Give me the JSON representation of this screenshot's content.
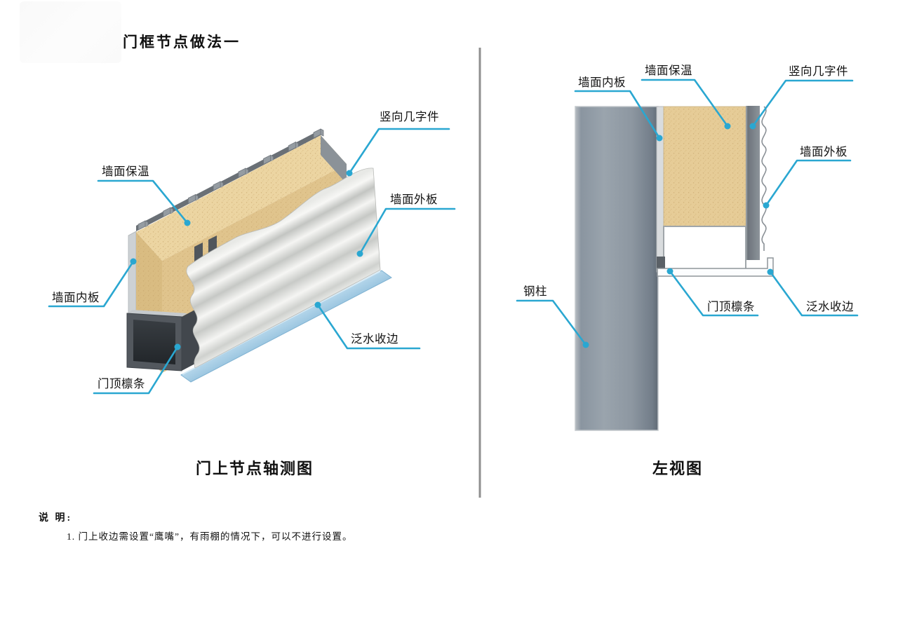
{
  "title": "门框节点做法一",
  "left_view": {
    "caption": "门上节点轴测图",
    "labels": [
      {
        "id": "vertical-channel",
        "text": "竖向几字件"
      },
      {
        "id": "wall-insulation",
        "text": "墙面保温"
      },
      {
        "id": "wall-outer-panel",
        "text": "墙面外板"
      },
      {
        "id": "wall-inner-panel",
        "text": "墙面内板"
      },
      {
        "id": "flashing-trim",
        "text": "泛水收边"
      },
      {
        "id": "door-top-purlin",
        "text": "门顶檩条"
      }
    ]
  },
  "right_view": {
    "caption": "左视图",
    "labels": [
      {
        "id": "wall-inner-panel",
        "text": "墙面内板"
      },
      {
        "id": "wall-insulation",
        "text": "墙面保温"
      },
      {
        "id": "vertical-channel",
        "text": "竖向几字件"
      },
      {
        "id": "wall-outer-panel",
        "text": "墙面外板"
      },
      {
        "id": "steel-column",
        "text": "钢柱"
      },
      {
        "id": "door-top-purlin",
        "text": "门顶檩条"
      },
      {
        "id": "flashing-trim",
        "text": "泛水收边"
      }
    ]
  },
  "notes": {
    "heading": "说 明:",
    "items": [
      "1. 门上收边需设置“鹰嘴”，有雨棚的情况下，可以不进行设置。"
    ]
  },
  "colors": {
    "leader_line": "#2aa7d1",
    "insulation_tan": "#e5cb96",
    "flashing_blue": "#a9cfe6",
    "steel_gray": "#8d98a2",
    "corrugated_panel": "#f3f3f1",
    "purlin_dark": "#53585e"
  }
}
